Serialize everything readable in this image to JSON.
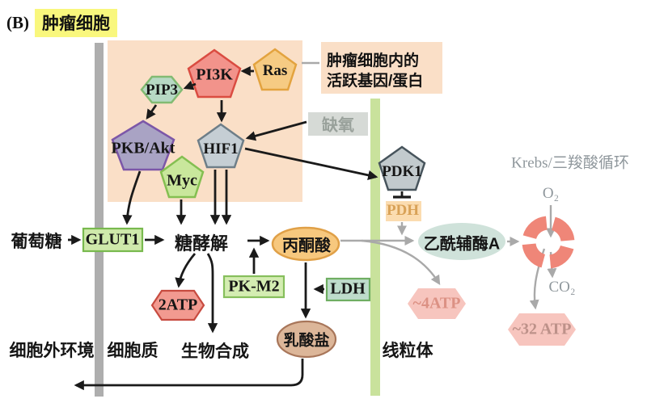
{
  "title": {
    "prefix": "(B)",
    "highlight": "肿瘤细胞"
  },
  "annotation": {
    "line1": "肿瘤细胞内的",
    "line2": "活跃基因/蛋白"
  },
  "boxes": {
    "hypoxia": "缺氧"
  },
  "nodes": {
    "pi3k": "PI3K",
    "ras": "Ras",
    "pip3": "PIP3",
    "pkb_akt": "PKB/Akt",
    "hif1": "HIF1",
    "myc": "Myc",
    "pdk1": "PDK1",
    "pdh": "PDH",
    "glut1": "GLUT1",
    "pkm2": "PK-M2",
    "ldh": "LDH",
    "atp2": "2ATP",
    "atp4": "~4ATP",
    "atp32": "~32 ATP",
    "pyruvate": "丙酮酸",
    "lactate": "乳酸盐",
    "acetyl_coa": "乙酰辅酶A"
  },
  "labels": {
    "glucose": "葡萄糖",
    "glycolysis": "糖酵解",
    "krebs_title": "Krebs/三羧酸循环",
    "o2": "O₂",
    "co2": "CO₂"
  },
  "compartments": {
    "extracellular": "细胞外环境",
    "cytoplasm": "细胞质",
    "biosynthesis": "生物合成",
    "mitochondria": "线粒体"
  },
  "colors": {
    "highlight_yellow": "#f9f77d",
    "panel_peach": "#fadfc7",
    "membrane_gray": "#aeaeae",
    "membrane_green": "#c9e29c",
    "krebs_ring": "#ef8678",
    "arrow_black": "#1a1a1a",
    "arrow_gray": "#a9a9a9"
  }
}
